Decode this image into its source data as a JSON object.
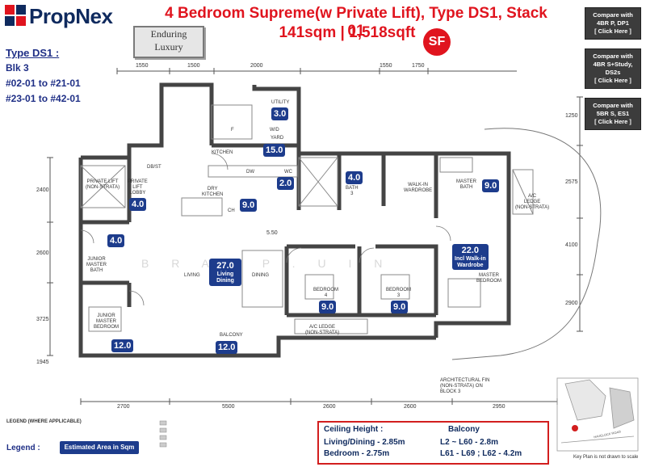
{
  "brand": {
    "name": "PropNex"
  },
  "header": {
    "title_line1": "4 Bedroom Supreme(w Private Lift), Type DS1, Stack 01",
    "title_line2": "141sqm | 1,518sqft",
    "badge": "SF",
    "tag_line1": "Enduring",
    "tag_line2": "Luxury"
  },
  "type_info": {
    "heading": "Type DS1 :",
    "lines": [
      "Blk 3",
      "#02-01 to #21-01",
      "#23-01 to #42-01"
    ]
  },
  "compare_buttons": [
    {
      "line1": "Compare with",
      "line2": "4BR P, DP1",
      "line3": "[ Click Here ]"
    },
    {
      "line1": "Compare with",
      "line2": "4BR S+Study,",
      "line3": "DS2s",
      "line4": "[ Click Here ]"
    },
    {
      "line1": "Compare with",
      "line2": "5BR S, ES1",
      "line3": "[ Click Here ]"
    }
  ],
  "rooms": {
    "utility": {
      "label": "UTILITY",
      "area": "3.0"
    },
    "kitchen": {
      "label": "KITCHEN",
      "area": "15.0"
    },
    "yard": {
      "label": "YARD"
    },
    "dry_kitchen": {
      "label1": "DRY",
      "label2": "KITCHEN",
      "area": "9.0"
    },
    "wc": {
      "label": "WC",
      "area": "2.0"
    },
    "bath3": {
      "label1": "BATH",
      "label2": "3",
      "area": "4.0"
    },
    "walkin": {
      "label1": "WALK-IN",
      "label2": "WARDROBE"
    },
    "master_bath": {
      "label1": "MASTER",
      "label2": "BATH",
      "area": "9.0"
    },
    "ac_ledge_right": {
      "label1": "A/C",
      "label2": "LEDGE",
      "label3": "(NON-STRATA)"
    },
    "private_lift": {
      "label1": "PRIVATE LIFT",
      "label2": "(NON-STRATA)"
    },
    "private_lobby": {
      "label1": "PRIVATE",
      "label2": "LIFT",
      "label3": "LOBBY",
      "area": "4.0"
    },
    "junior_bath": {
      "label1": "JUNIOR",
      "label2": "MASTER",
      "label3": "BATH",
      "area": "4.0"
    },
    "living_dining": {
      "area": "27.0",
      "label1": "Living",
      "label2": "Dining",
      "living": "LIVING",
      "dining": "DINING"
    },
    "bedroom4": {
      "label1": "BEDROOM",
      "label2": "4",
      "area": "9.0"
    },
    "bedroom3": {
      "label1": "BEDROOM",
      "label2": "3",
      "area": "9.0"
    },
    "master_bedroom": {
      "label1": "MASTER",
      "label2": "BEDROOM",
      "area": "22.0",
      "note1": "Incl Walk-in",
      "note2": "Wardrobe"
    },
    "junior_bedroom": {
      "label1": "JUNIOR",
      "label2": "MASTER",
      "label3": "BEDROOM",
      "area": "12.0"
    },
    "balcony": {
      "label": "BALCONY",
      "area": "12.0"
    },
    "ac_ledge_bottom": {
      "label1": "A/C LEDGE",
      "label2": "(NON-STRATA)"
    },
    "db_st": {
      "label": "DB/ST"
    },
    "arch_fin": {
      "line1": "ARCHITECTURAL FIN",
      "line2": "(NON-STRATA) ON",
      "line3": "BLOCK 3"
    }
  },
  "fixtures": {
    "fridge": "F",
    "washer": "W/D",
    "dishwasher": "DW",
    "cooker": "CH"
  },
  "dims_top": [
    "1550",
    "1500",
    "2000",
    "1550",
    "1750"
  ],
  "dims_bottom": [
    "2700",
    "5500",
    "2600",
    "2600",
    "2950"
  ],
  "dims_left": [
    "2400",
    "2600",
    "3725",
    "1945"
  ],
  "dims_right": [
    "1250",
    "2575",
    "4100",
    "2900"
  ],
  "dim_center": "5.50",
  "watermark": "B R A O P   . U   I N",
  "legend": {
    "heading": "LEGEND (WHERE APPLICABLE)",
    "label": "Legend :",
    "chip": "Estimated Area in Sqm (m²)"
  },
  "ceiling": {
    "heading": "Ceiling Height :",
    "living": "Living/Dining - 2.85m",
    "bedroom": "Bedroom       - 2.75m",
    "balcony_head": "Balcony",
    "balcony1": "L2 ~ L60  - 2.8m",
    "balcony2": "L61 - L69 ; L62  - 4.2m"
  },
  "key_plan": {
    "note": "Key Plan is not drawn to scale",
    "road": "HAVELOCK ROAD"
  },
  "colors": {
    "title": "#e0141e",
    "brand": "#0f2a5e",
    "badge": "#1d3c8c"
  }
}
